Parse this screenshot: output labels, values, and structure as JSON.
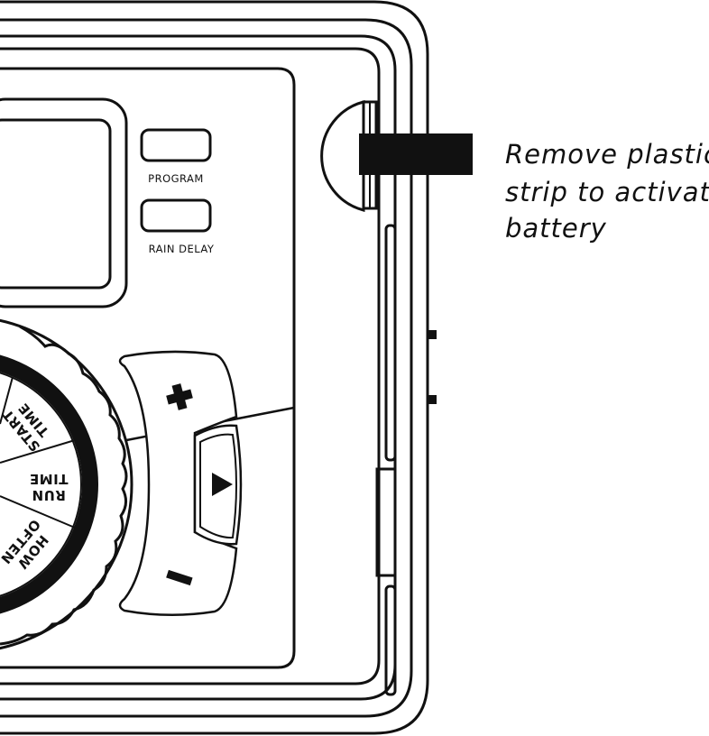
{
  "buttons": {
    "program_label": "PROGRAM",
    "rain_delay_label": "RAIN DELAY"
  },
  "dial": {
    "start_time_line1": "START",
    "start_time_line2": "TIME",
    "run_time_line1": "RUN",
    "run_time_line2": "TIME",
    "how_often_line1": "HOW",
    "how_often_line2": "OFTEN"
  },
  "controls": {
    "plus_symbol": "+",
    "next_symbol": "▶",
    "minus_symbol": "−"
  },
  "instruction": {
    "line1": "Remove plastic",
    "line2": "strip to activate",
    "line3": "battery"
  },
  "colors": {
    "stroke": "#111111",
    "fill": "#ffffff",
    "strip": "#111111"
  },
  "icons": [
    "plus-icon",
    "play-arrow-icon",
    "minus-icon"
  ]
}
